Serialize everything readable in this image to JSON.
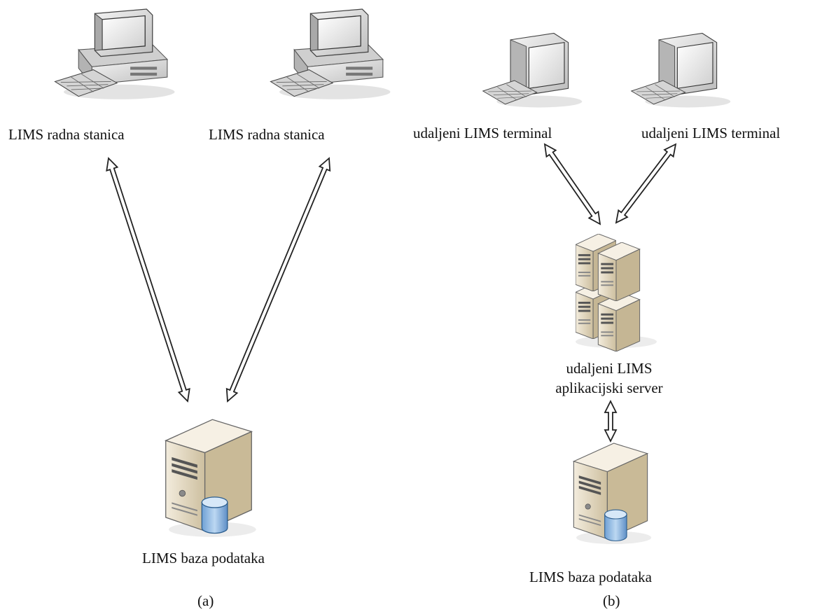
{
  "panel_a": {
    "workstation_label_left": "LIMS radna stanica",
    "workstation_label_right": "LIMS radna stanica",
    "database_label": "LIMS baza podataka",
    "caption": "(a)"
  },
  "panel_b": {
    "terminal_label_left": "udaljeni LIMS terminal",
    "terminal_label_right": "udaljeni LIMS terminal",
    "app_server_label_line1": "udaljeni LIMS",
    "app_server_label_line2": "aplikacijski server",
    "database_label": "LIMS baza podataka",
    "caption": "(b)"
  },
  "icons": {
    "workstation": "desktop-computer-icon",
    "terminal": "crt-terminal-icon",
    "app_server": "server-cluster-icon",
    "database_server": "database-server-icon"
  },
  "colors": {
    "line": "#222222",
    "device_body": "#d9d9d9",
    "server_body": "#e7dcc8",
    "database_cylinder": "#8fb7df"
  }
}
